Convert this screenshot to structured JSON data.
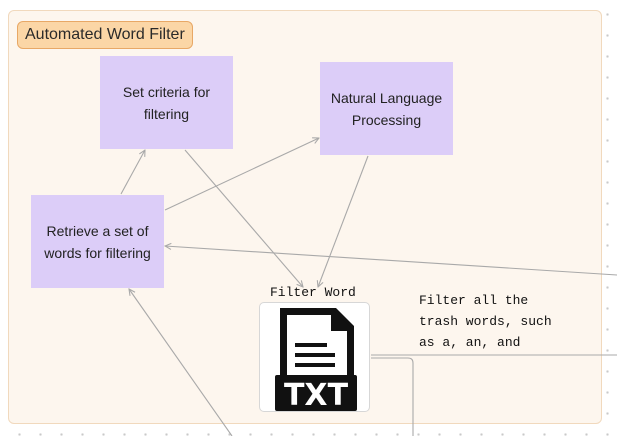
{
  "frame": {
    "title": "Automated Word Filter"
  },
  "nodes": {
    "criteria": "Set criteria for filtering",
    "nlp": "Natural Language Processing",
    "retrieve": "Retrieve a set of words for filtering"
  },
  "file": {
    "label": "Filter Word",
    "badge": "TXT"
  },
  "note": "Filter all the\ntrash words, such\nas a, an, and",
  "colors": {
    "frame_fill": "#fdf6ee",
    "frame_title_fill": "#fbd6a6",
    "sticky_fill": "#dccdf8",
    "connector": "#a9a9a9"
  },
  "icons": [
    "txt-file-icon"
  ]
}
